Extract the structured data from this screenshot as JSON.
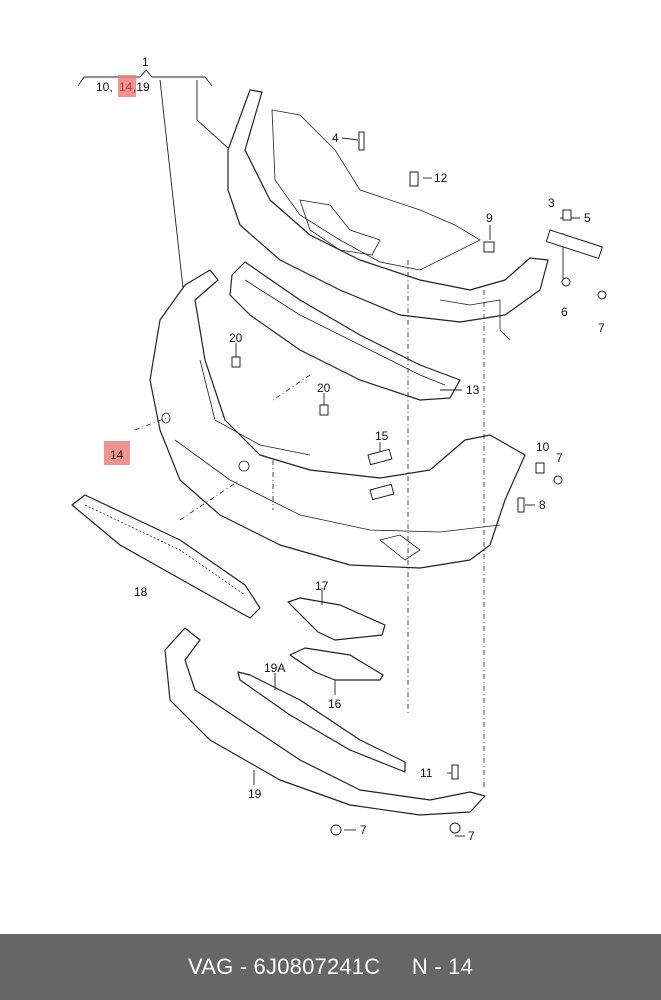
{
  "diagram": {
    "labels": {
      "l1": "1",
      "l10a": "10,",
      "l14top": "14",
      "l19a": ",19",
      "l4": "4",
      "l12": "12",
      "l9": "9",
      "l3": "3",
      "l5": "5",
      "l6": "6",
      "l7a": "7",
      "l13": "13",
      "l20a": "20",
      "l20b": "20",
      "l15": "15",
      "l14": "14",
      "l10b": "10",
      "l7b": "7",
      "l8": "8",
      "l18": "18",
      "l17": "17",
      "l19A": "19A",
      "l16": "16",
      "l11": "11",
      "l19b": "19",
      "l7c": "7",
      "l7d": "7"
    },
    "highlight_color": "#f08080"
  },
  "footer": {
    "part_number": "VAG - 6J0807241C",
    "position": "N - 14"
  }
}
